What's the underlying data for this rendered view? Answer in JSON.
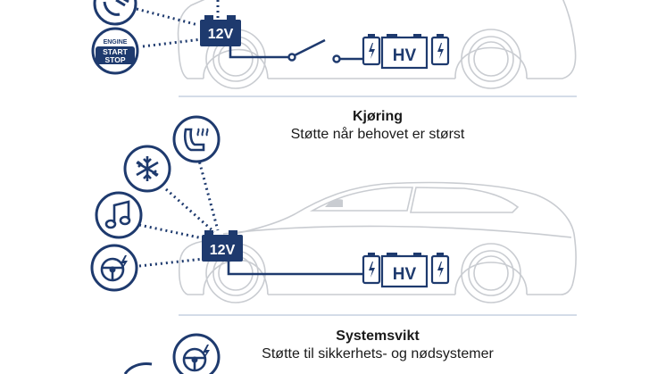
{
  "colors": {
    "navy": "#1e3a6e",
    "car_outline": "#c9ccd1",
    "separator": "#c5d0e0",
    "text": "#1a1a1a"
  },
  "top_panel": {
    "battery_12v_label": "12V",
    "hv_battery_label": "HV",
    "engine_icon": {
      "line1": "ENGINE",
      "line2": "START",
      "line3": "STOP"
    },
    "icons": [
      "signal-icon",
      "engine-start-stop-icon",
      "battery-12v-icon",
      "switch-icon",
      "hv-battery-icon"
    ]
  },
  "middle_section": {
    "title": "Kjøring",
    "subtitle": "Støtte når behovet er størst",
    "battery_12v_label": "12V",
    "hv_battery_label": "HV",
    "icons": [
      "heated-seat-icon",
      "snowflake-icon",
      "music-note-icon",
      "steering-wheel-icon",
      "battery-12v-icon",
      "hv-battery-icon"
    ]
  },
  "bottom_section": {
    "title": "Systemsvikt",
    "subtitle": "Støtte til sikkerhets- og nødsystemer",
    "icons": [
      "steering-wheel-icon"
    ]
  }
}
